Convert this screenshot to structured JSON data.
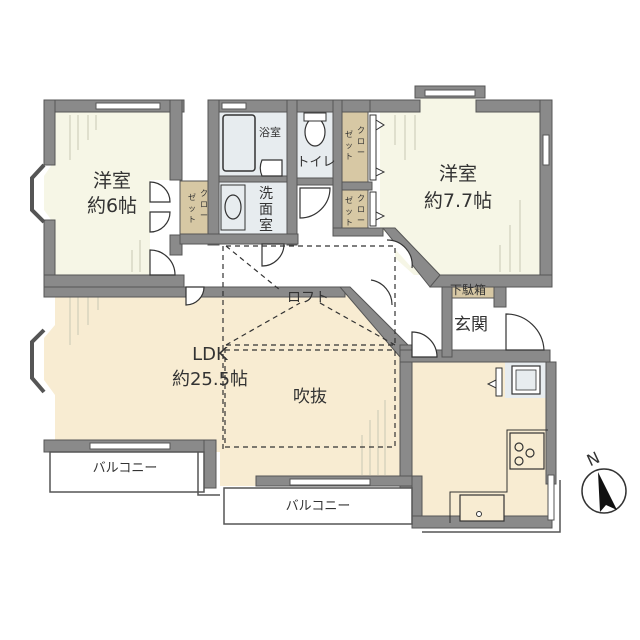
{
  "colors": {
    "wall": "#8a8a8a",
    "wall_edge": "#555555",
    "western_room": "#f6f6e6",
    "ldk": "#f8ecd2",
    "wet_area": "#e7ecef",
    "closet": "#d7c8a4",
    "outline": "#333333",
    "background": "#ffffff"
  },
  "rooms": {
    "western_room_1": {
      "name": "洋室",
      "size": "約6帖"
    },
    "western_room_2": {
      "name": "洋室",
      "size": "約7.7帖"
    },
    "ldk": {
      "name": "LDK",
      "size": "約25.5帖"
    },
    "bathroom": {
      "name": "浴室"
    },
    "toilet": {
      "name": "トイレ"
    },
    "washroom": {
      "name": "洗面室",
      "chars": [
        "洗",
        "面",
        "室"
      ]
    },
    "entrance": {
      "name": "玄関"
    },
    "shoe_box": {
      "name": "下駄箱"
    },
    "loft": {
      "name": "ロフト"
    },
    "atrium": {
      "name": "吹抜"
    },
    "balcony_1": {
      "name": "バルコニー"
    },
    "balcony_2": {
      "name": "バルコニー"
    }
  },
  "closets": [
    {
      "label_col1": "ゼ",
      "label_col1b": "ッ",
      "label_col1c": "ト",
      "label_col2": "ク",
      "label_col2b": "ロ",
      "label_col2c": "ー",
      "name": "クローゼット"
    },
    {
      "name": "クローゼット"
    },
    {
      "name": "クローゼット"
    }
  ],
  "closet_label": {
    "col_right": [
      "ク",
      "ロ",
      "ー"
    ],
    "col_left": [
      "ゼ",
      "ッ",
      "ト"
    ]
  },
  "compass": {
    "letter": "N"
  }
}
